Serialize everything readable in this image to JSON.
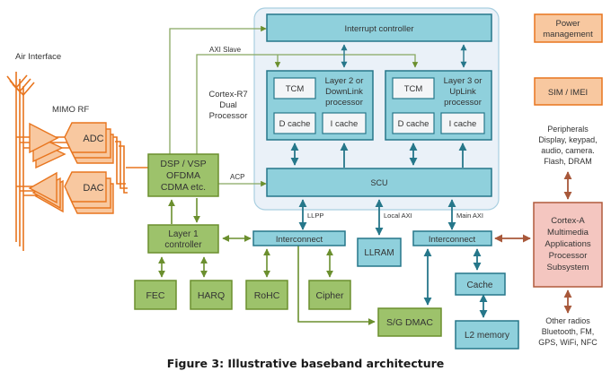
{
  "caption": "Figure 3: Illustrative baseband architecture",
  "colors": {
    "rf_orange": "#e8751e",
    "rf_fill": "#f8c8a0",
    "green_fill": "#9dc26b",
    "green_stroke": "#6b8f2e",
    "blue_fill": "#8fd0dc",
    "blue_stroke": "#26778a",
    "cluster_fill": "#eaf1f8",
    "cluster_stroke": "#a9cfe0",
    "cortex_a_fill": "#f4c6c0",
    "cortex_a_stroke": "#b05a3c",
    "brown_arrow": "#a8583a",
    "white_box": "#f3f5f7"
  },
  "labels": {
    "air_interface": "Air Interface",
    "mimo_rf": "MIMO RF",
    "adc": "ADC",
    "dac": "DAC",
    "axi_slave": "AXI Slave",
    "acp": "ACP",
    "cortex_r7": [
      "Cortex-R7",
      "Dual",
      "Processor"
    ],
    "llpp": "LLPP",
    "local_axi": "Local AXI",
    "main_axi": "Main AXI"
  },
  "blocks": {
    "dsp": [
      "DSP / VSP",
      "OFDMA",
      "CDMA etc."
    ],
    "layer1": [
      "Layer 1",
      "controller"
    ],
    "fec": "FEC",
    "harq": "HARQ",
    "rohc": "RoHC",
    "cipher": "Cipher",
    "interconnect_left": "Interconnect",
    "interconnect_right": "Interconnect",
    "llram": "LLRAM",
    "sg_dmac": "S/G DMAC",
    "cache": "Cache",
    "l2_memory": "L2 memory",
    "interrupt_controller": "Interrupt controller",
    "scu": "SCU",
    "layer2": {
      "title": [
        "Layer 2 or",
        "DownLink",
        "processor"
      ],
      "tcm": "TCM",
      "dcache": "D cache",
      "icache": "I cache"
    },
    "layer3": {
      "title": [
        "Layer 3 or",
        "UpLink",
        "processor"
      ],
      "tcm": "TCM",
      "dcache": "D cache",
      "icache": "I cache"
    },
    "power_management": [
      "Power",
      "management"
    ],
    "sim_imei": "SIM / IMEI",
    "peripherals": [
      "Peripherals",
      "Display, keypad,",
      "audio, camera.",
      "Flash, DRAM"
    ],
    "cortex_a": [
      "Cortex-A",
      "Multimedia",
      "Applications",
      "Processor",
      "Subsystem"
    ],
    "other_radios": [
      "Other radios",
      "Bluetooth, FM,",
      "GPS, WiFi, NFC"
    ]
  }
}
